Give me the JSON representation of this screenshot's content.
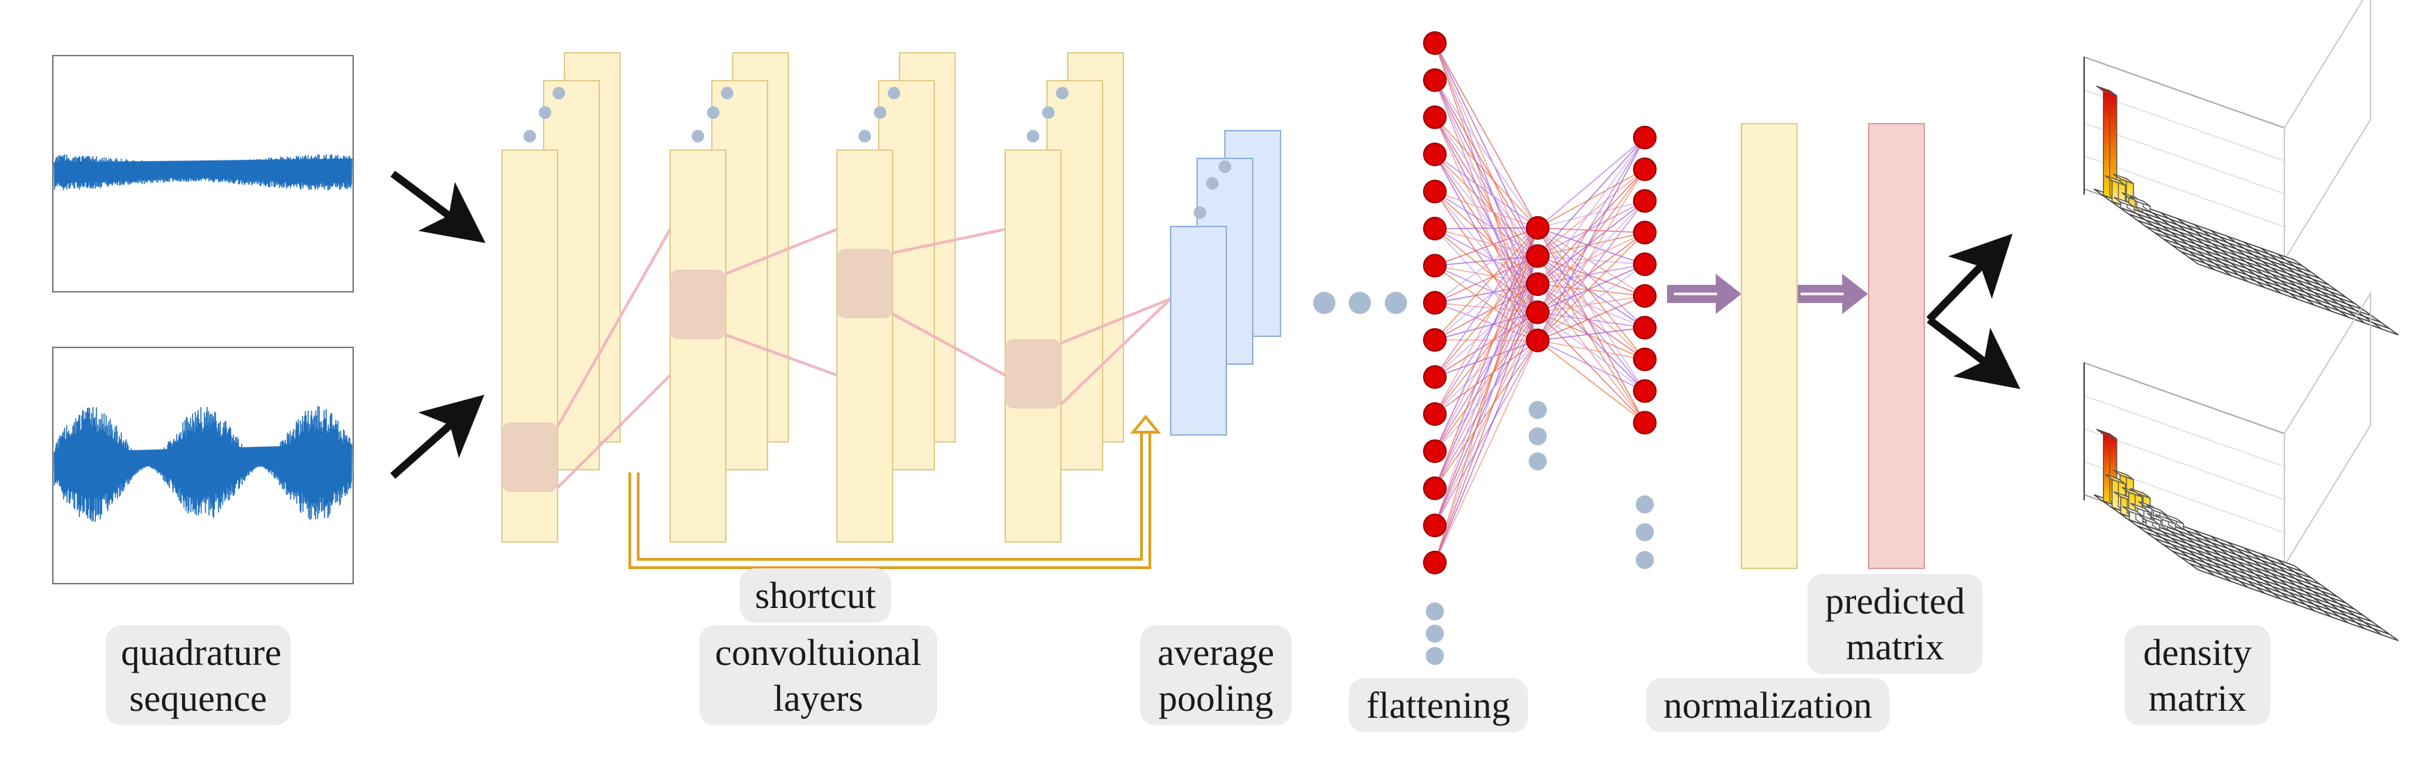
{
  "labels": {
    "quadrature_sequence": "quadrature\nsequence",
    "shortcut": "shortcut",
    "convolutional_layers": "convoltuional\nlayers",
    "average_pooling": "average\npooling",
    "flattening": "flattening",
    "normalization": "normalization",
    "predicted_matrix": "predicted\nmatrix",
    "density_matrix": "density\nmatrix"
  },
  "colors": {
    "signal": "#1f6fbf",
    "conv_fill": "#fdf2cc",
    "conv_stroke": "#e0cc8a",
    "pool_fill": "#dbe8fb",
    "pool_stroke": "#8fb0dc",
    "node_red": "#e00000",
    "node_gray": "#a9bbd1",
    "shortcut": "#e0a020",
    "kernel": "#e8cbbb",
    "predicted_fill": "#f7d0d0",
    "purple_arrow": "#9d7cab"
  },
  "icons": [
    "arrow-icon",
    "shortcut-arrow-icon",
    "ellipsis-dots-icon",
    "block-arrow-icon"
  ]
}
